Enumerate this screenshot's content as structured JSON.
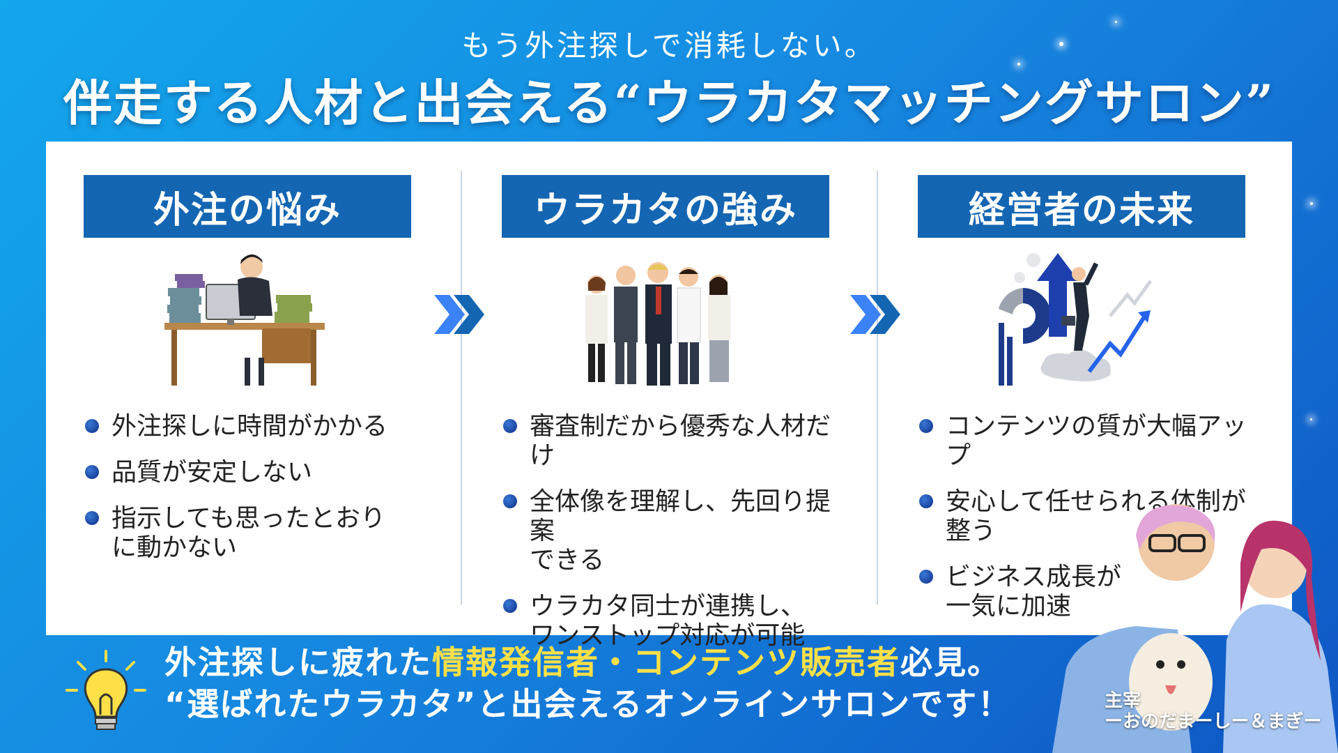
{
  "header": {
    "subtitle": "もう外注探しで消耗しない。",
    "title": "伴走する人材と出会える“ウラカタマッチングサロン”"
  },
  "columns": [
    {
      "heading": "外注の悩み",
      "illustration": "overworked-businessman-desk-icon",
      "bullets": [
        "外注探しに時間がかかる",
        "品質が安定しない",
        "指示しても思ったとおり\nに動かない"
      ]
    },
    {
      "heading": "ウラカタの強み",
      "illustration": "business-team-icon",
      "bullets": [
        "審査制だから優秀な人材だけ",
        "全体像を理解し、先回り提案\nできる",
        "ウラカタ同士が連携し、\nワンストップ対応が可能"
      ]
    },
    {
      "heading": "経営者の未来",
      "illustration": "business-growth-chart-icon",
      "bullets": [
        "コンテンツの質が大幅アップ",
        "安心して任せられる体制が\n整う",
        "ビジネス成長が\n一気に加速"
      ]
    }
  ],
  "footer": {
    "line1_a": "外注探しに疲れた",
    "line1_hl": "情報発信者・コンテンツ販売者",
    "line1_b": "必見。",
    "line2": "“選ばれたウラカタ”と出会えるオンラインサロンです！",
    "icon": "lightbulb-icon"
  },
  "host": {
    "label": "主宰",
    "names": "ーおのだまーしー＆まぎー"
  },
  "colors": {
    "accent": "#1466b3",
    "highlight": "#fde047",
    "background": "#1688e0"
  }
}
